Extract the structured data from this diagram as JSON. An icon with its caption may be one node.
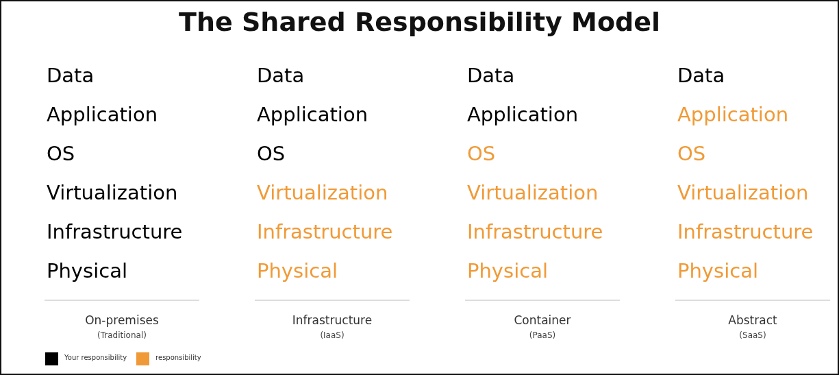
{
  "diagram": {
    "title": "The Shared Responsibility Model",
    "labels": [
      "Data",
      "Data",
      "Data",
      "Data",
      "Application",
      "Application",
      "Application",
      "Application",
      "OS",
      "OS",
      "OS",
      "OS",
      "Virtualization",
      "Virtualization",
      "Virtualization",
      "Virtualization",
      "Infrastructure",
      "Infrastructure",
      "Infrastructure",
      "Infrastructure",
      "Physical",
      "Physical",
      "Physical",
      "Physical",
      "On-premises",
      "Infrastructure",
      "Container",
      "Abstract",
      "(Traditional)",
      "(IaaS)",
      "(PaaS)",
      "(SaaS)"
    ],
    "legend": [
      {
        "text": "Your responsibility",
        "color": "#000000"
      },
      {
        "text": "responsibility",
        "color": "#f09a37"
      }
    ]
  }
}
